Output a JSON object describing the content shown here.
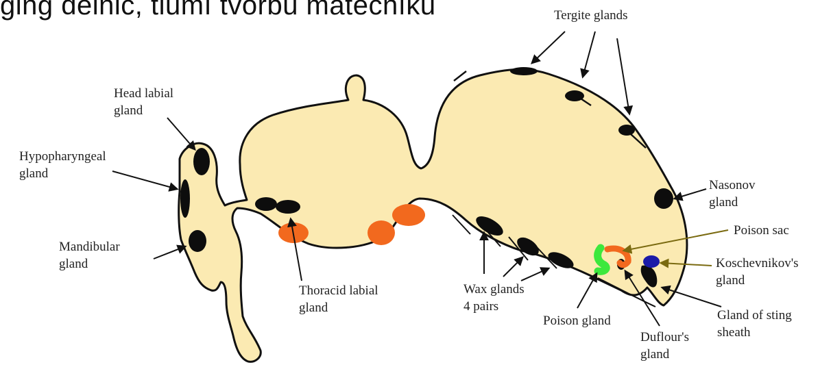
{
  "header_fragment": "ging delnic, tlumí tvorbu matečníku",
  "colors": {
    "body_fill": "#FBEAB2",
    "outline": "#111111",
    "gland_black": "#0d0d0d",
    "gland_orange": "#F2691E",
    "gland_green": "#3DE83D",
    "gland_blue": "#1B1BA8",
    "pointer_olive": "#7A6A10"
  },
  "labels": {
    "tergite": [
      "Tergite glands"
    ],
    "head_labial": [
      "Head labial",
      "gland"
    ],
    "hypopharyngeal": [
      "Hypopharyngeal",
      "gland"
    ],
    "mandibular": [
      "Mandibular",
      "gland"
    ],
    "thoracid_labial": [
      "Thoracid labial",
      "gland"
    ],
    "wax": [
      "Wax glands",
      "4 pairs"
    ],
    "poison_gland": [
      "Poison gland"
    ],
    "duflour": [
      "Duflour's",
      "gland"
    ],
    "nasonov": [
      "Nasonov",
      "gland"
    ],
    "poison_sac": [
      "Poison sac"
    ],
    "koschevnikov": [
      "Koschevnikov's",
      "gland"
    ],
    "sting_sheath": [
      "Gland of sting",
      "sheath"
    ]
  }
}
